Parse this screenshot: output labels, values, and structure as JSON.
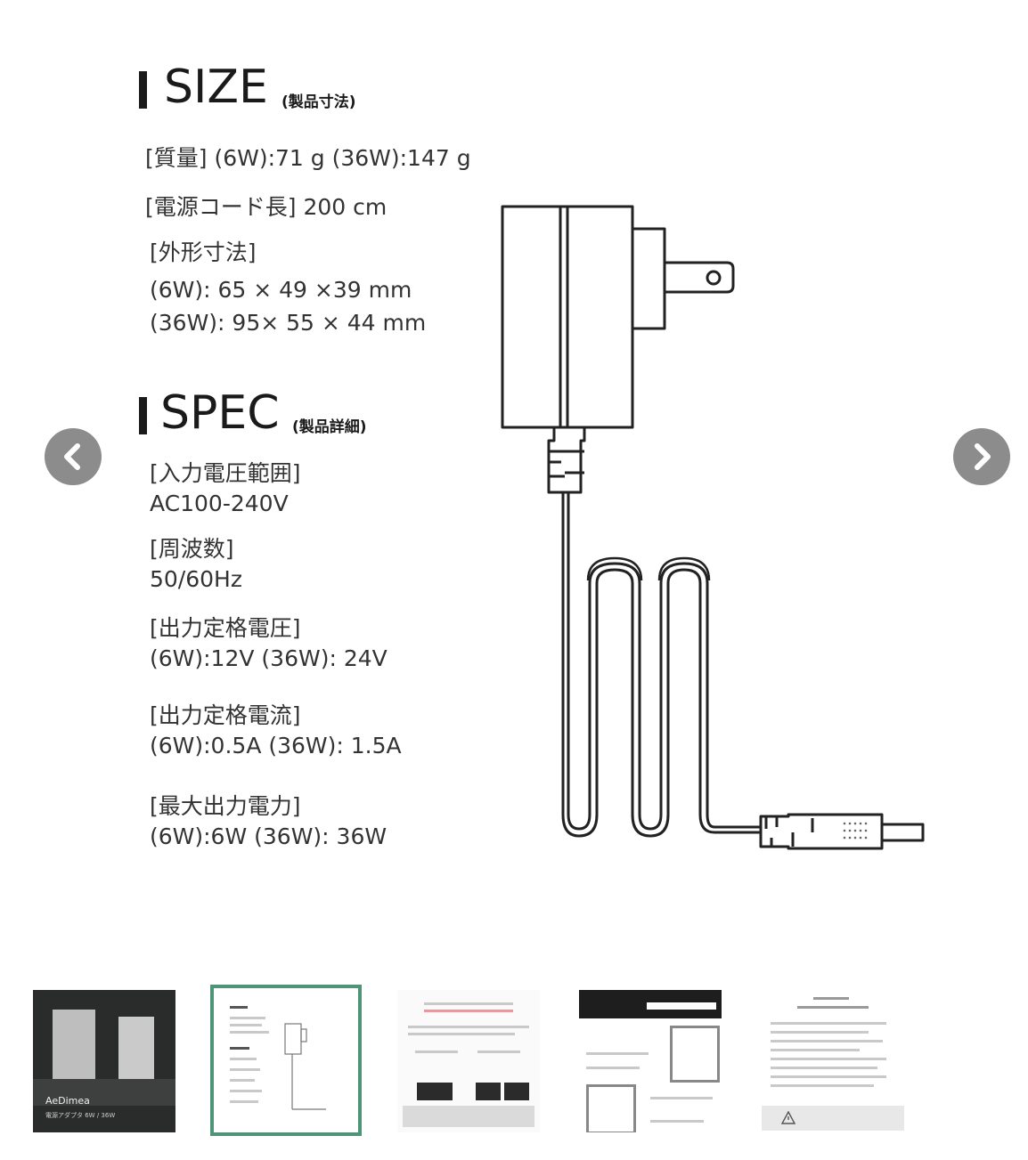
{
  "size_section": {
    "title": "SIZE",
    "subtitle": "(製品寸法)",
    "mass": "[質量] (6W):71 g  (36W):147 g",
    "cord_length": "[電源コード長] 200 cm",
    "dimensions_label": "[外形寸法]",
    "dim_6w": "(6W):  65 × 49 ×39 mm",
    "dim_36w": "(36W): 95× 55 × 44 mm"
  },
  "spec_section": {
    "title": "SPEC",
    "subtitle": "(製品詳細)",
    "input_voltage_label": "[入力電圧範囲]",
    "input_voltage_value": "AC100-240V",
    "frequency_label": "[周波数]",
    "frequency_value": "50/60Hz",
    "output_voltage_label": "[出力定格電圧]",
    "output_voltage_value": "(6W):12V  (36W): 24V",
    "output_current_label": "[出力定格電流]",
    "output_current_value": "(6W):0.5A  (36W): 1.5A",
    "max_power_label": "[最大出力電力]",
    "max_power_value": "(6W):6W  (36W): 36W"
  },
  "carousel": {
    "prev_icon": "chevron-left-icon",
    "next_icon": "chevron-right-icon",
    "nav_color": "#8c8c8c",
    "active_border_color": "#4e9577",
    "thumbnail_1_brand": "AeDimea",
    "thumbnail_1_caption": "電源アダプタ 6W / 36W",
    "thumbnail_count": 5,
    "active_thumbnail": 2
  }
}
